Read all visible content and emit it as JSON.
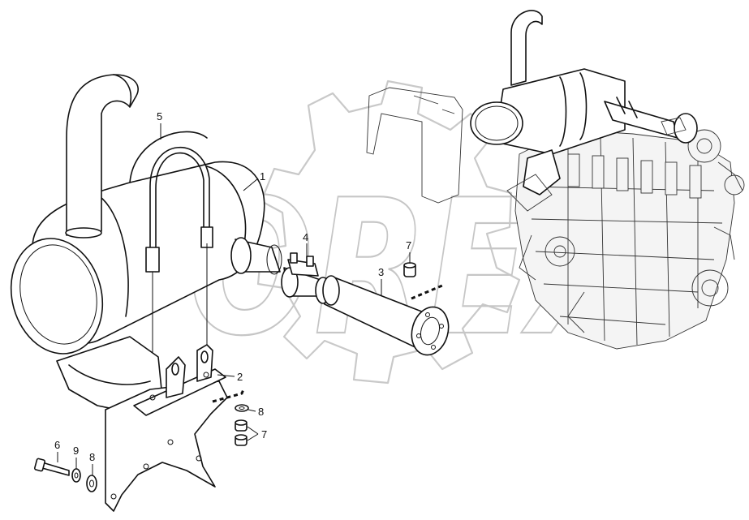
{
  "watermark": {
    "text": "OREX"
  },
  "callouts": {
    "muffler": "1",
    "bracket": "2",
    "pipe": "3",
    "clamp": "4",
    "u_bolt": "5",
    "bolt": "6",
    "nut_top": "7",
    "nuts_bottom": "7",
    "washer_right": "8",
    "washer_left": "8",
    "lock_washer": "9"
  }
}
